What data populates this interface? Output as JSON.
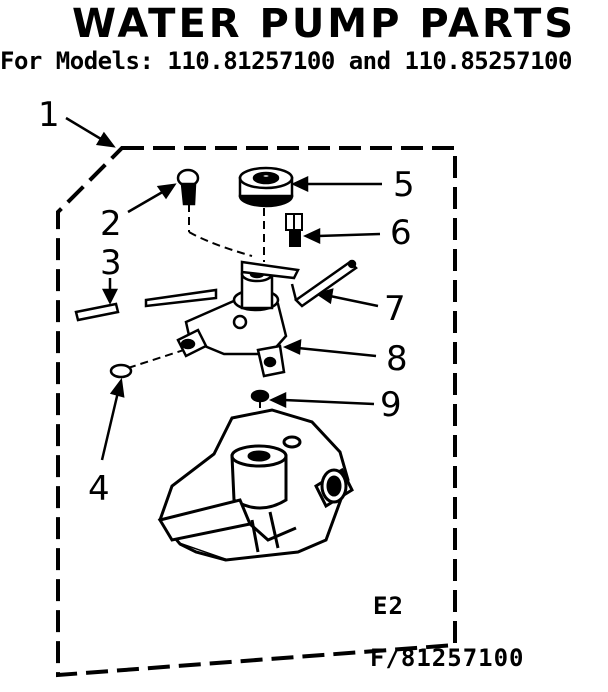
{
  "header": {
    "title": "WATER PUMP PARTS",
    "subtitle": "For Models: 110.81257100 and 110.85257100"
  },
  "callouts": [
    "1",
    "2",
    "3",
    "4",
    "5",
    "6",
    "7",
    "8",
    "9"
  ],
  "codes": {
    "page": "E2",
    "figure": "F/81257100"
  }
}
